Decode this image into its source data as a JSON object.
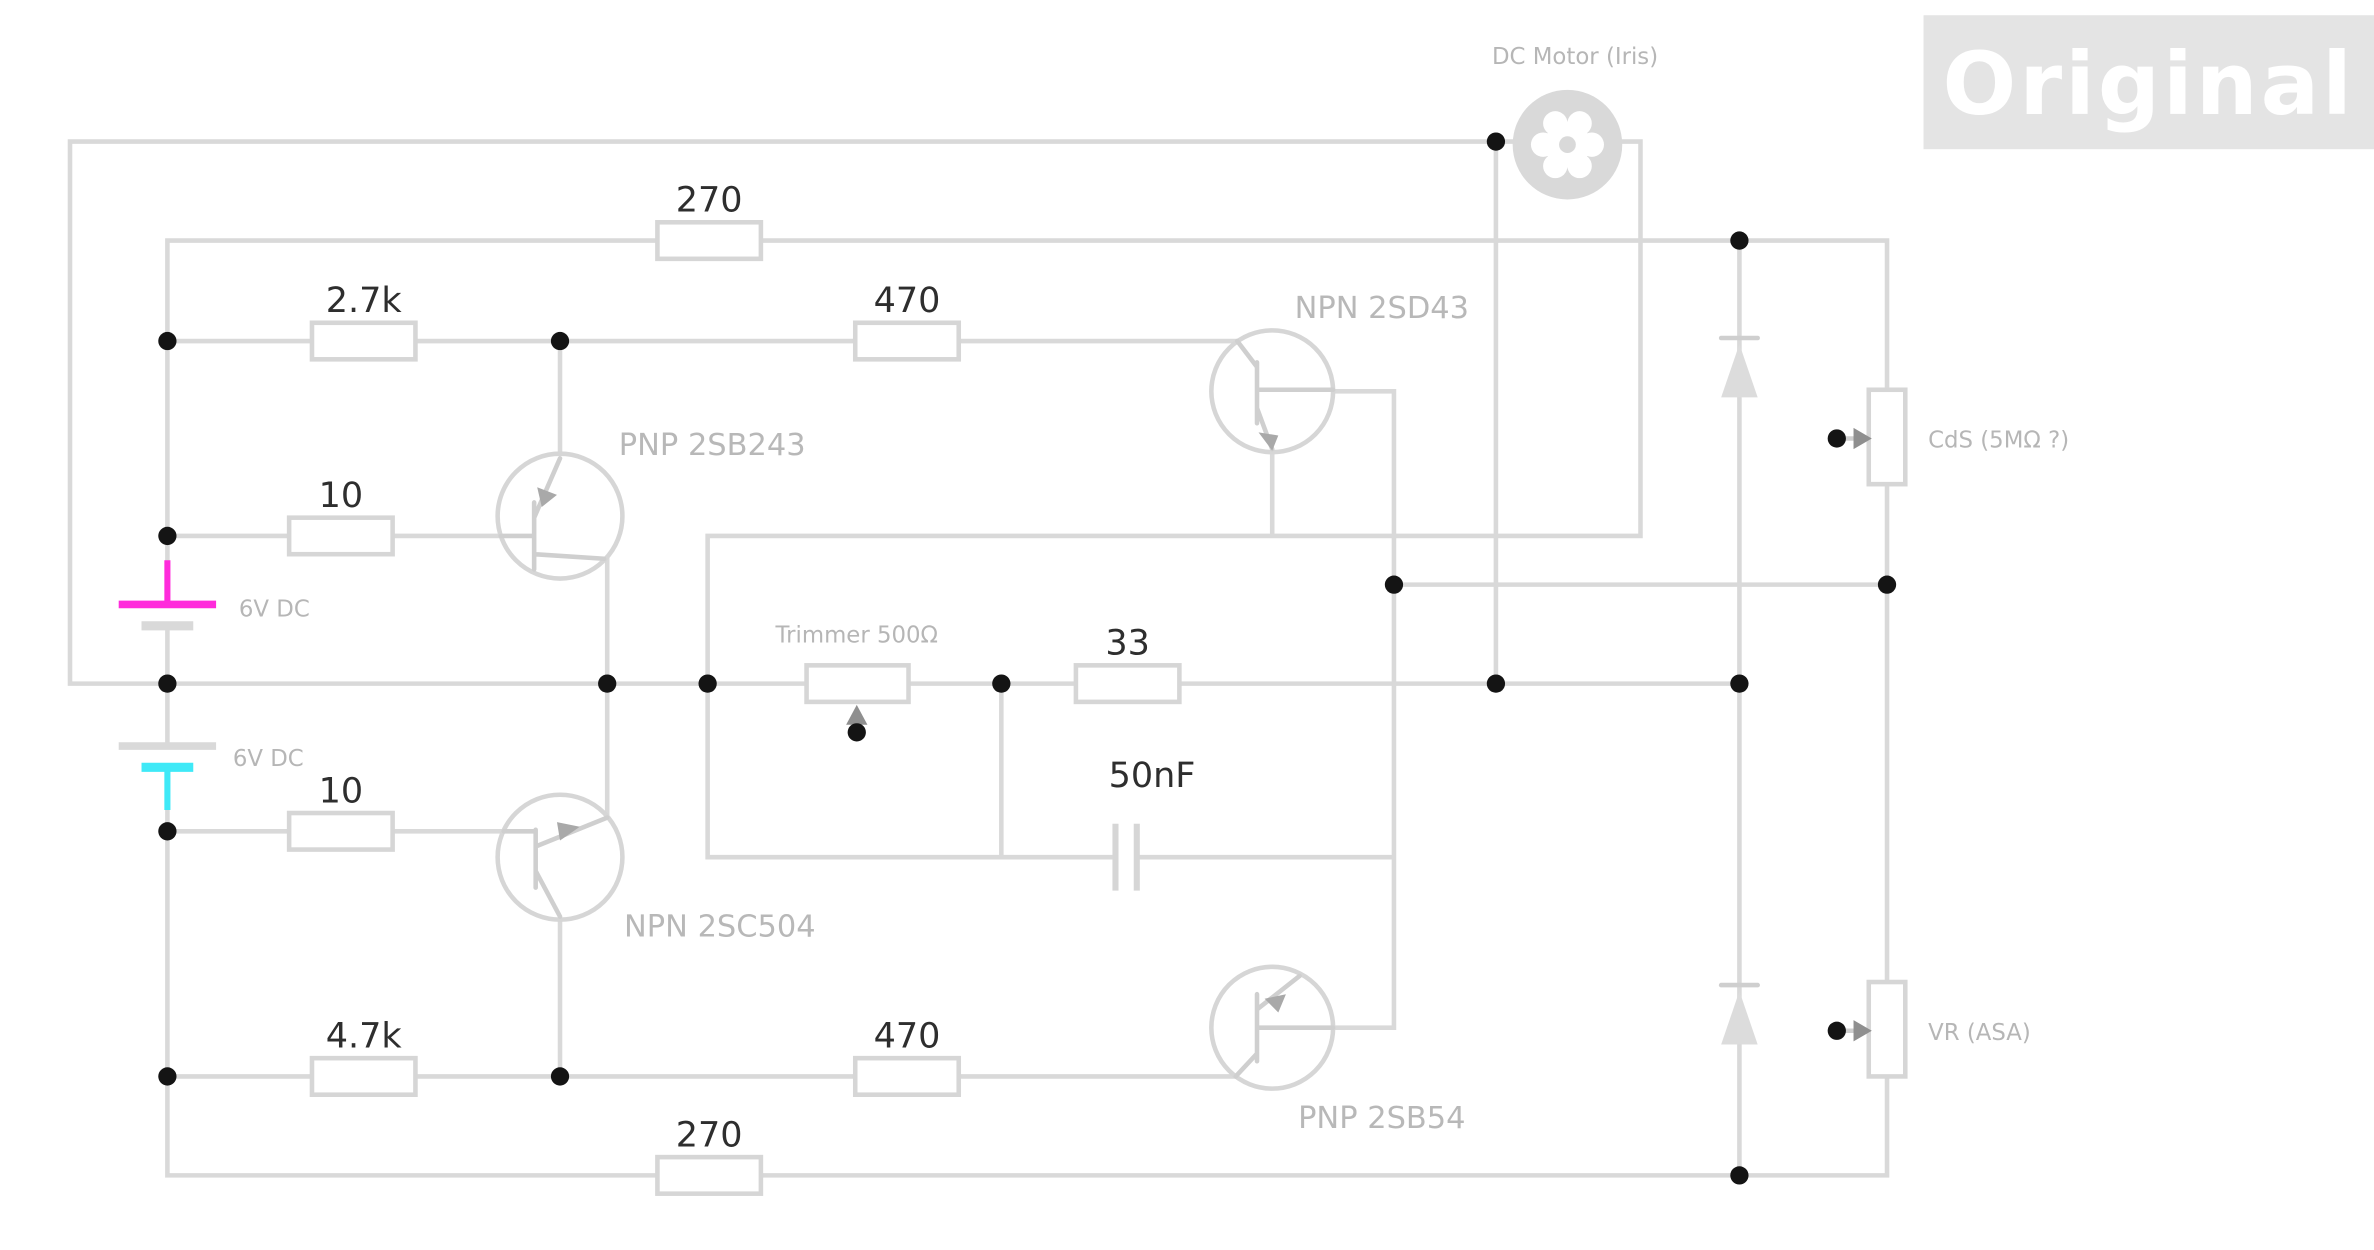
{
  "watermark": "Original",
  "colors": {
    "wire": "#d9d9d9",
    "junction_dot": "#141414",
    "value_text": "#2e2e2e",
    "name_text": "#b8b8b8",
    "battery_plus_accent": "#ff2bdb",
    "battery_minus_accent": "#3fe9f7",
    "watermark_bg": "#e4e4e4",
    "watermark_text": "#ffffff"
  },
  "labels": {
    "r270_top": "270",
    "r2k7": "2.7k",
    "r470_top": "470",
    "npn_2sd43": "NPN 2SD43",
    "pnp_2sb243": "PNP 2SB243",
    "r10_top": "10",
    "battery_top": "6V DC",
    "trimmer": "Trimmer 500Ω",
    "r33": "33",
    "c50nf": "50nF",
    "battery_bottom": "6V DC",
    "r10_bottom": "10",
    "npn_2sc504": "NPN 2SC504",
    "r4k7": "4.7k",
    "r470_bottom": "470",
    "pnp_2sb54": "PNP 2SB54",
    "r270_bottom": "270",
    "dc_motor": "DC Motor (Iris)",
    "cds": "CdS (5MΩ ?)",
    "vr": "VR (ASA)"
  }
}
